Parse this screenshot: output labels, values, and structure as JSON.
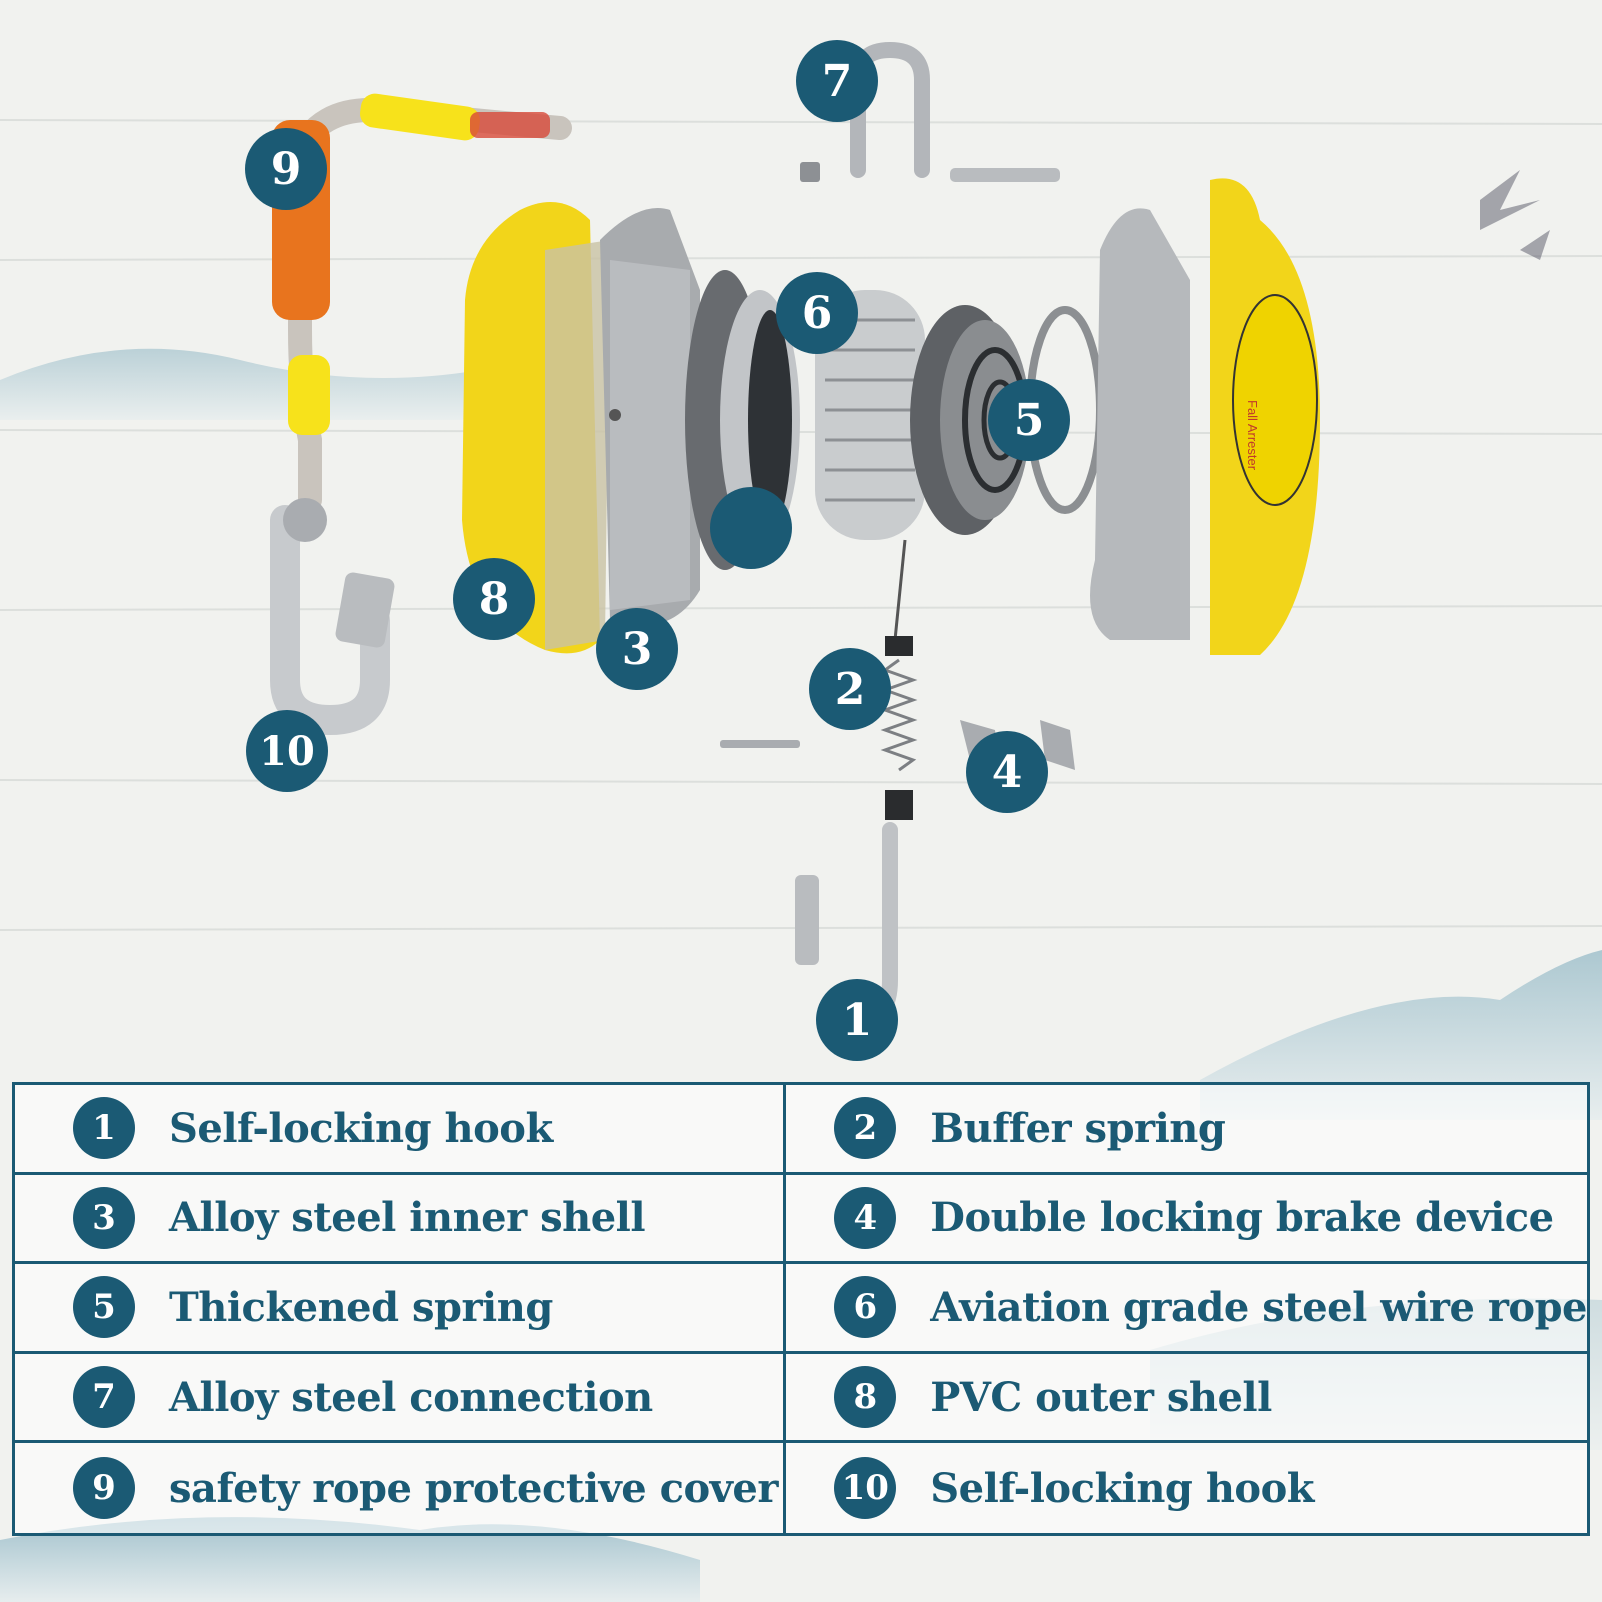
{
  "callouts": {
    "c1": "1",
    "c2": "2",
    "c3": "3",
    "c4": "4",
    "c5": "5",
    "c6": "6",
    "c7": "7",
    "c8": "8",
    "c9": "9",
    "c10": "10",
    "blank": ""
  },
  "product_label": {
    "title": "Fall Arrester"
  },
  "parts": [
    {
      "num": "1",
      "label": "Self-locking hook"
    },
    {
      "num": "2",
      "label": "Buffer spring"
    },
    {
      "num": "3",
      "label": "Alloy steel inner shell"
    },
    {
      "num": "4",
      "label": "Double locking brake device"
    },
    {
      "num": "5",
      "label": "Thickened spring"
    },
    {
      "num": "6",
      "label": "Aviation grade steel wire rope"
    },
    {
      "num": "7",
      "label": "Alloy steel connection"
    },
    {
      "num": "8",
      "label": "PVC outer shell"
    },
    {
      "num": "9",
      "label": "safety rope protective cover"
    },
    {
      "num": "10",
      "label": "Self-locking hook"
    }
  ],
  "colors": {
    "accent": "#1b5a74",
    "housing_yellow": "#f2d51a",
    "sleeve_orange": "#e8741e",
    "sleeve_yellow": "#f7e21b",
    "steel": "#b9bcbf"
  }
}
